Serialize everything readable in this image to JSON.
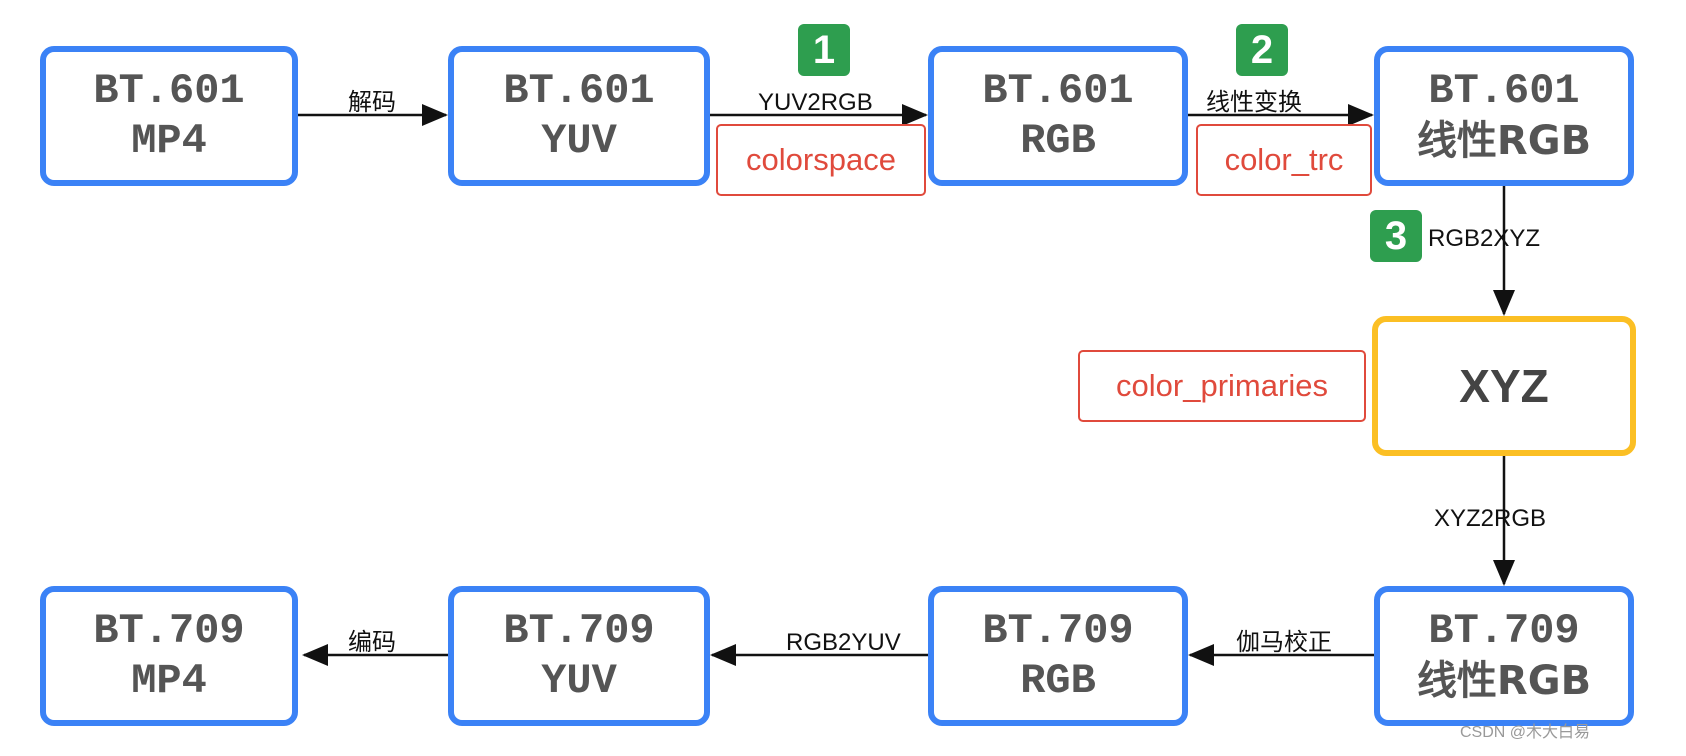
{
  "nodes": {
    "bt601_mp4": {
      "line1": "BT.601",
      "line2": "MP4"
    },
    "bt601_yuv": {
      "line1": "BT.601",
      "line2": "YUV"
    },
    "bt601_rgb": {
      "line1": "BT.601",
      "line2": "RGB"
    },
    "bt601_linear_rgb": {
      "line1": "BT.601",
      "line2": "线性RGB"
    },
    "xyz": {
      "line1": "XYZ"
    },
    "bt709_linear_rgb": {
      "line1": "BT.709",
      "line2": "线性RGB"
    },
    "bt709_rgb": {
      "line1": "BT.709",
      "line2": "RGB"
    },
    "bt709_yuv": {
      "line1": "BT.709",
      "line2": "YUV"
    },
    "bt709_mp4": {
      "line1": "BT.709",
      "line2": "MP4"
    }
  },
  "edges": {
    "decode": "解码",
    "yuv2rgb": "YUV2RGB",
    "linear_transform": "线性变换",
    "rgb2xyz": "RGB2XYZ",
    "xyz2rgb": "XYZ2RGB",
    "gamma_correction": "伽马校正",
    "rgb2yuv": "RGB2YUV",
    "encode": "编码"
  },
  "params": {
    "colorspace": "colorspace",
    "color_trc": "color_trc",
    "color_primaries": "color_primaries"
  },
  "badges": {
    "step1": "1",
    "step2": "2",
    "step3": "3"
  },
  "watermark": "CSDN @木大白易",
  "colors": {
    "box_border": "#3b82f6",
    "xyz_border": "#fbbf24",
    "param_red": "#e04a3c",
    "badge_green": "#2e9e4f"
  }
}
